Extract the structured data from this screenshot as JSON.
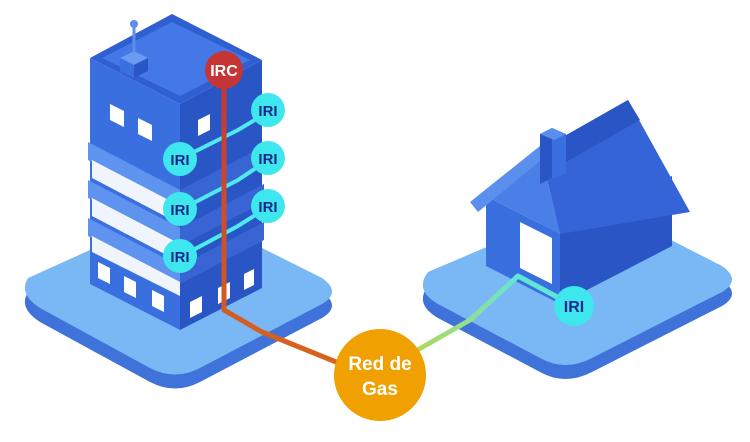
{
  "labels": {
    "irc": "IRC",
    "iri": "IRI",
    "gas_network_line1": "Red de",
    "gas_network_line2": "Gas"
  },
  "colors": {
    "platform_top": "#7ab8f5",
    "platform_side": "#3f73d9",
    "building_front": "#3a6fe0",
    "building_side": "#2a55c4",
    "building_roof": "#2f5fd0",
    "window": "#ffffff",
    "iri_circle": "#3ee6ee",
    "iri_text": "#1b2a8a",
    "irc_circle": "#c53535",
    "irc_line": "#c94a25",
    "gas_circle": "#f0a000",
    "cyan_line": "#4feaf0"
  }
}
